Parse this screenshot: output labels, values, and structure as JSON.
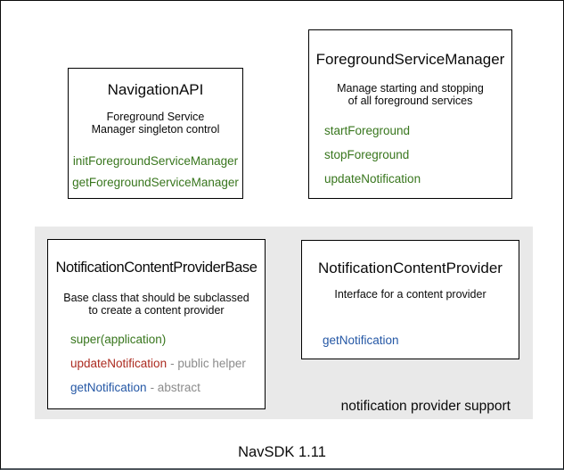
{
  "boxes": {
    "navigation_api": {
      "title": "NavigationAPI",
      "description_lines": [
        "Foreground Service",
        "Manager singleton control"
      ],
      "methods": [
        {
          "label": "initForegroundServiceManager",
          "color": "green"
        },
        {
          "label": "getForegroundServiceManager",
          "color": "green"
        }
      ]
    },
    "foreground_service_manager": {
      "title": "ForegroundServiceManager",
      "description_lines": [
        "Manage starting and stopping",
        "of all foreground services"
      ],
      "methods": [
        {
          "label": "startForeground",
          "color": "green"
        },
        {
          "label": "stopForeground",
          "color": "green"
        },
        {
          "label": "updateNotification",
          "color": "green"
        }
      ]
    },
    "notification_content_provider_base": {
      "title": "NotificationContentProviderBase",
      "description_lines": [
        "Base class that should be subclassed",
        "to create a content provider"
      ],
      "methods": [
        {
          "label": "super(application)",
          "color": "green"
        },
        {
          "label": "updateNotification",
          "color": "red",
          "suffix": "- public helper"
        },
        {
          "label": "getNotification",
          "color": "blue",
          "suffix": "- abstract"
        }
      ]
    },
    "notification_content_provider": {
      "title": "NotificationContentProvider",
      "description_lines": [
        "Interface for a content provider"
      ],
      "methods": [
        {
          "label": "getNotification",
          "color": "blue"
        }
      ]
    }
  },
  "group": {
    "label": "notification provider support"
  },
  "footer": {
    "label": "NavSDK 1.11"
  },
  "colors": {
    "green": "#38761d",
    "red": "#ac2b20",
    "blue": "#2457a5",
    "annotation": "#8b8b8b",
    "group_bg": "#e9e9e9"
  }
}
